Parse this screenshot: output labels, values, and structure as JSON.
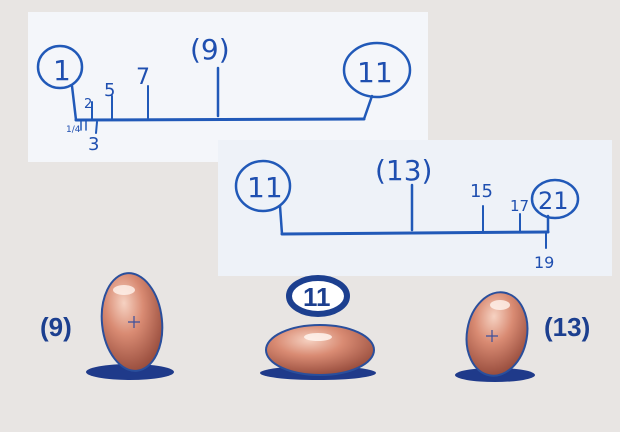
{
  "timeline_top": {
    "keys": [
      "1",
      "(9)",
      "11"
    ],
    "ticks": [
      "2",
      "3",
      "5",
      "7"
    ],
    "small_marks": [
      "1/4",
      "1/4"
    ]
  },
  "timeline_bottom": {
    "keys": [
      "11",
      "(13)",
      "21"
    ],
    "ticks": [
      "15",
      "17",
      "19"
    ]
  },
  "balls": {
    "left_label": "(9)",
    "center_label": "11",
    "right_label": "(13)"
  },
  "colors": {
    "ink": "#2159b8",
    "label": "#1c3f8f",
    "ball_fill": "#d98b73",
    "shadow": "#1f3a8a"
  }
}
